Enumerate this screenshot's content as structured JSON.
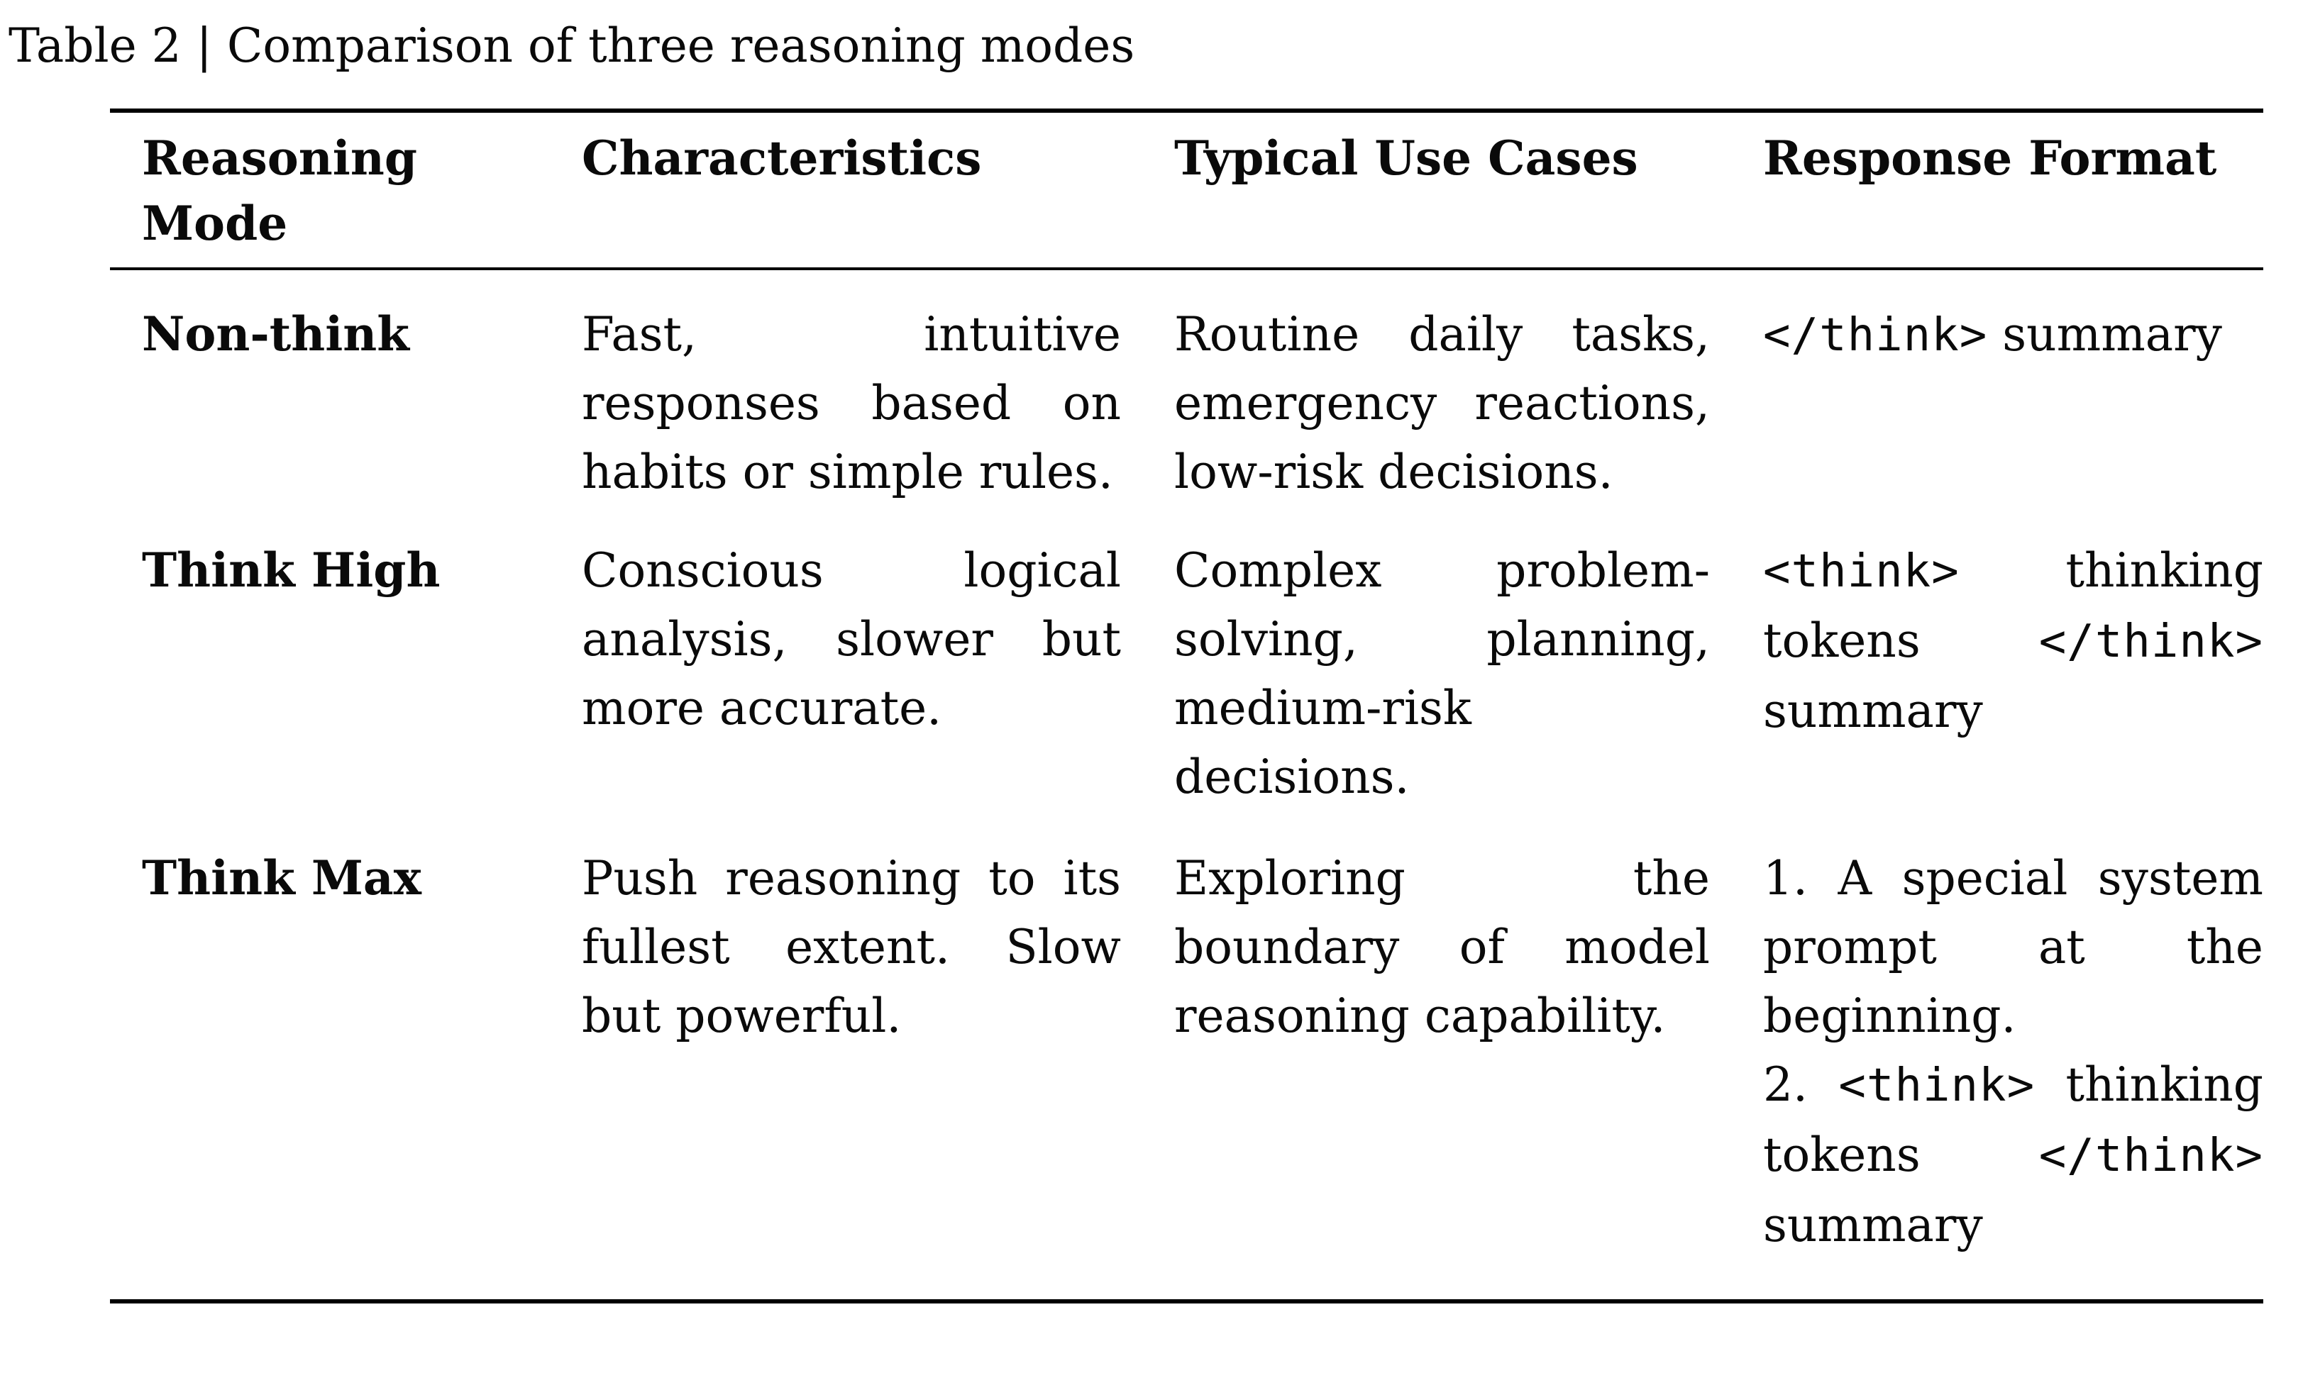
{
  "caption": "Table 2 | Comparison of three reasoning modes",
  "colors": {
    "background": "#ffffff",
    "text": "#0a0a0a",
    "rule": "#000000"
  },
  "table": {
    "headers": {
      "mode": "Reasoning Mode",
      "characteristics": "Characteristics",
      "use_cases": "Typical Use Cases",
      "response_format": "Response Format"
    },
    "rows": [
      {
        "mode": "Non-think",
        "characteristics": "Fast, intuitive responses based on habits or simple rules.",
        "use_cases": "Routine daily tasks, emergency reactions, low-risk decisions.",
        "response": {
          "close_tag": "</think>",
          "summary": "summary"
        }
      },
      {
        "mode": "Think High",
        "characteristics": "Conscious logical analysis, slower but more accurate.",
        "use_cases": "Complex problem-solving, planning, medium-risk decisions.",
        "response": {
          "open_tag": "<think>",
          "middle": "thinking tokens",
          "close_tag": "</think>",
          "summary": "summary"
        }
      },
      {
        "mode": "Think Max",
        "characteristics": "Push reasoning to its fullest extent. Slow but powerful.",
        "use_cases": "Exploring the boundary of model reasoning capability.",
        "response": {
          "item1": "1. A special system prompt at the beginning.",
          "item2_prefix": "2.",
          "open_tag": "<think>",
          "middle": "thinking tokens",
          "close_tag": "</think>",
          "summary": "summary"
        }
      }
    ]
  }
}
